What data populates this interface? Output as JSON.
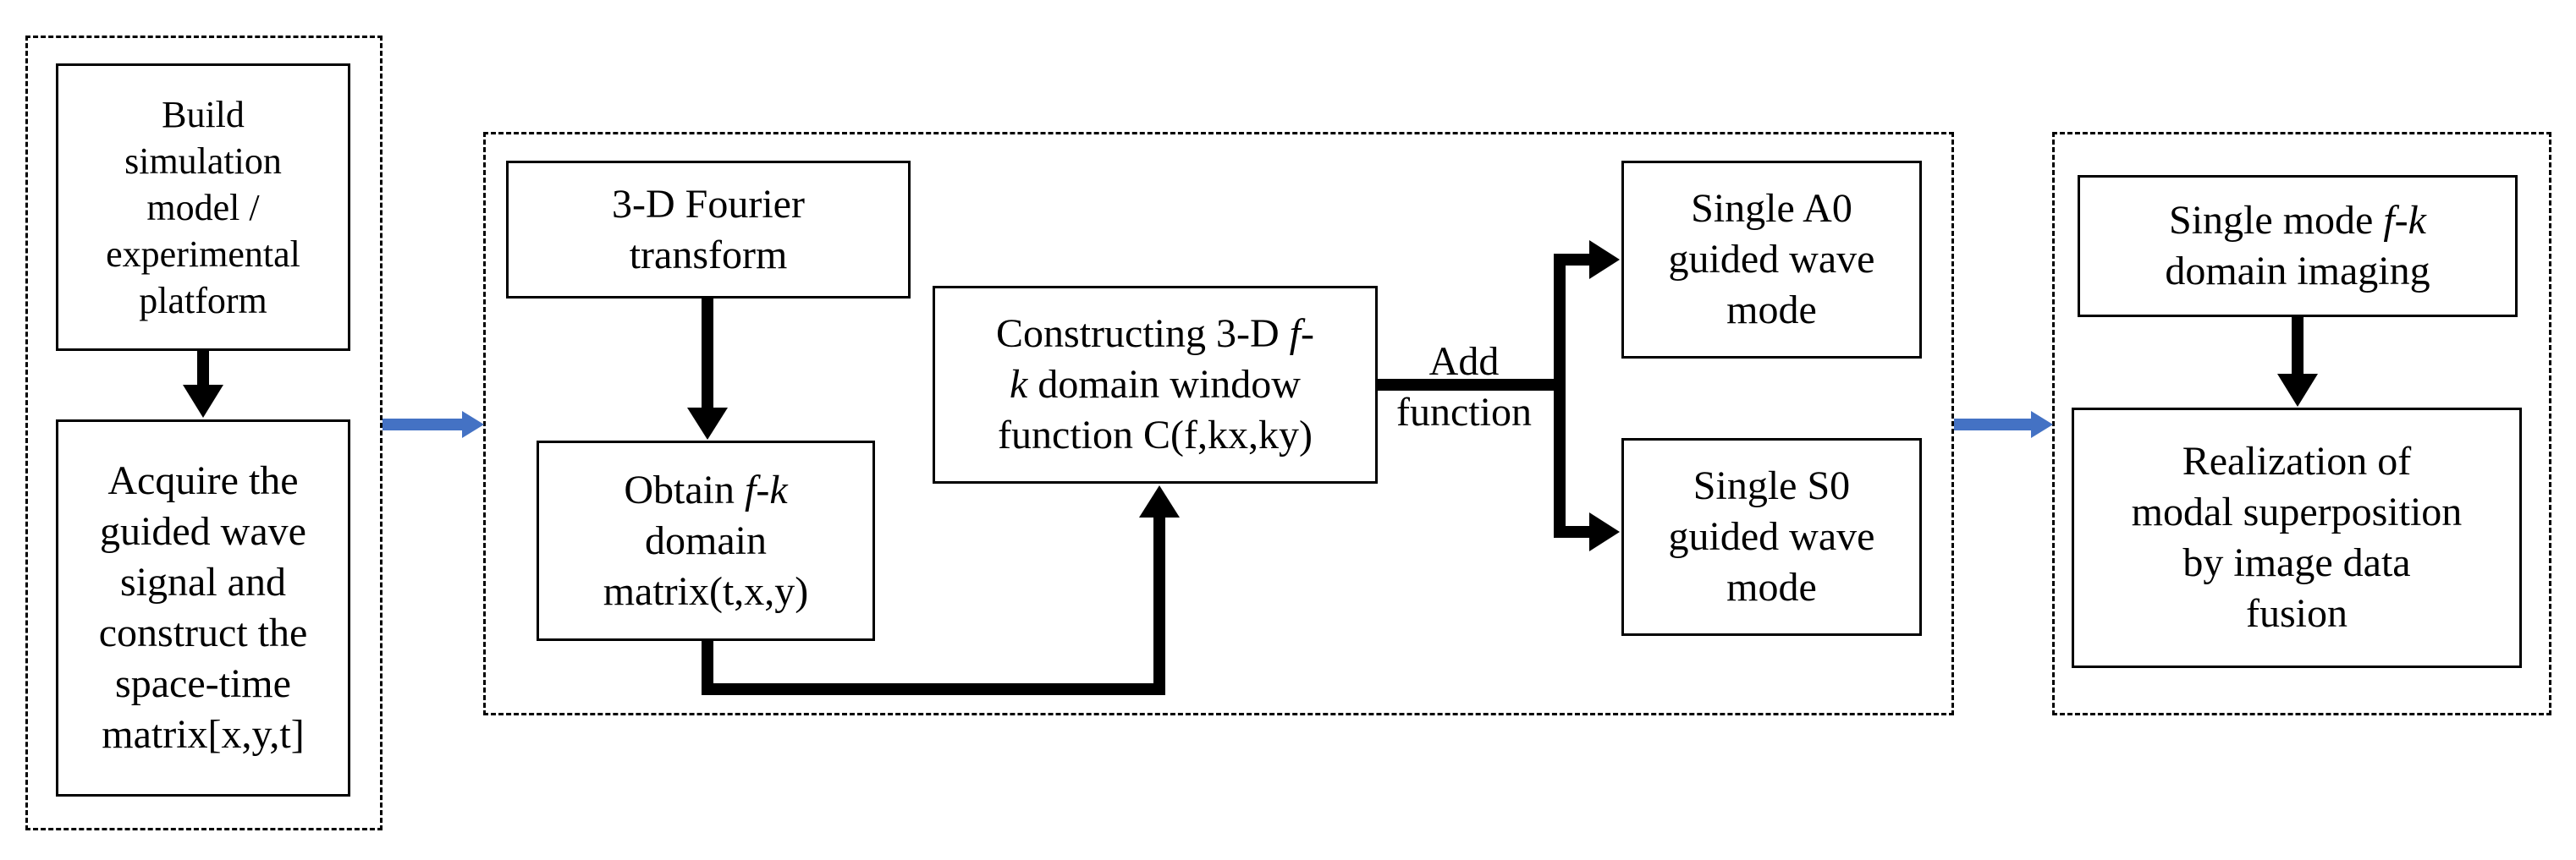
{
  "diagram": {
    "stage1": {
      "build_model": "Build\nsimulation\nmodel /\nexperimental\nplatform",
      "acquire_signal": "Acquire the\nguided wave\nsignal and\nconstruct the\nspace-time\nmatrix[x,y,t]"
    },
    "stage2": {
      "fourier": "3-D Fourier\ntransform",
      "obtain_prefix": "Obtain ",
      "obtain_fk": "f-k",
      "obtain_rest": "\ndomain\nmatrix(t,x,y)",
      "construct_prefix": "Constructing 3-D ",
      "construct_f": "f-",
      "construct_k": "k",
      "construct_rest": " domain window\nfunction C(f,kx,ky)",
      "add_function": "Add\nfunction",
      "single_a0": "Single A0\nguided wave\nmode",
      "single_s0": "Single S0\nguided wave\nmode"
    },
    "stage3": {
      "imaging_prefix": "Single mode ",
      "imaging_fk": "f-k",
      "imaging_rest": "\ndomain imaging",
      "fusion": "Realization of\nmodal superposition\nby image data\nfusion"
    },
    "colors": {
      "flow_arrow": "#4472c4",
      "line": "#000000"
    }
  }
}
